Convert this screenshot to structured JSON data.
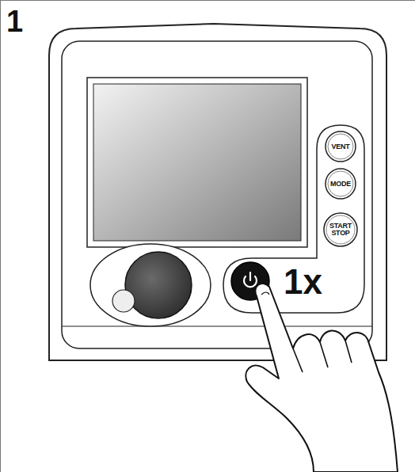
{
  "diagram": {
    "nodes": [
      {
        "text": [
          "VENT"
        ]
      },
      {
        "text": [
          "MODE"
        ]
      },
      {
        "text": [
          "START STOP"
        ]
      }
    ],
    "labels": [
      "1",
      "1x"
    ]
  }
}
